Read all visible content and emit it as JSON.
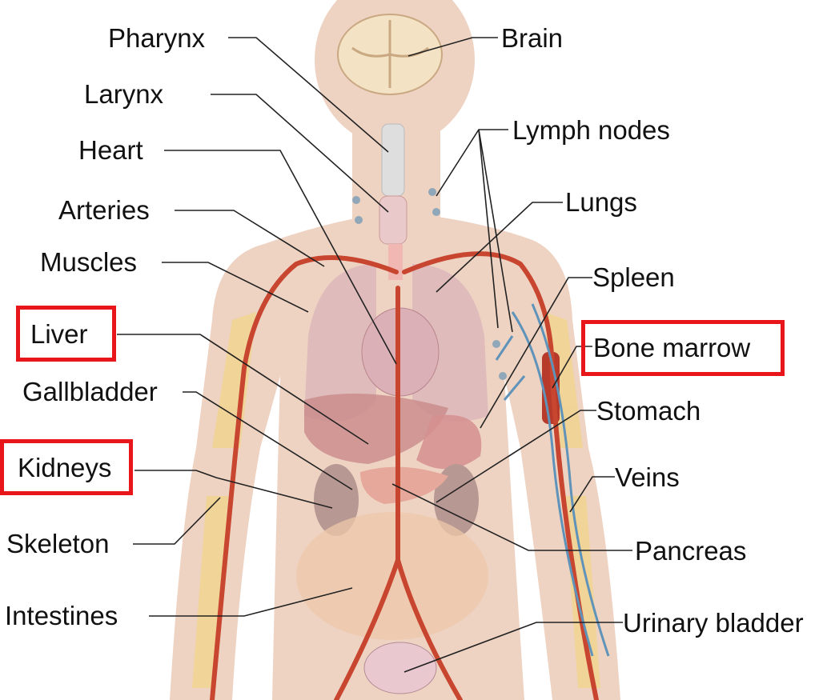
{
  "colors": {
    "skin": "#eed3c3",
    "highlight": "#e8161b",
    "artery": "#c8452f",
    "vein": "#5f93b9",
    "bone": "#f1d48c",
    "leader": "#222222"
  },
  "labels": {
    "pharynx": "Pharynx",
    "larynx": "Larynx",
    "heart": "Heart",
    "arteries": "Arteries",
    "muscles": "Muscles",
    "liver": "Liver",
    "gallbladder": "Gallbladder",
    "kidneys": "Kidneys",
    "skeleton": "Skeleton",
    "intestines": "Intestines",
    "brain": "Brain",
    "lymph_nodes": "Lymph nodes",
    "lungs": "Lungs",
    "spleen": "Spleen",
    "bone_marrow": "Bone marrow",
    "stomach": "Stomach",
    "veins": "Veins",
    "pancreas": "Pancreas",
    "urinary_bladder": "Urinary bladder"
  },
  "highlighted": [
    "liver",
    "kidneys",
    "bone_marrow"
  ]
}
